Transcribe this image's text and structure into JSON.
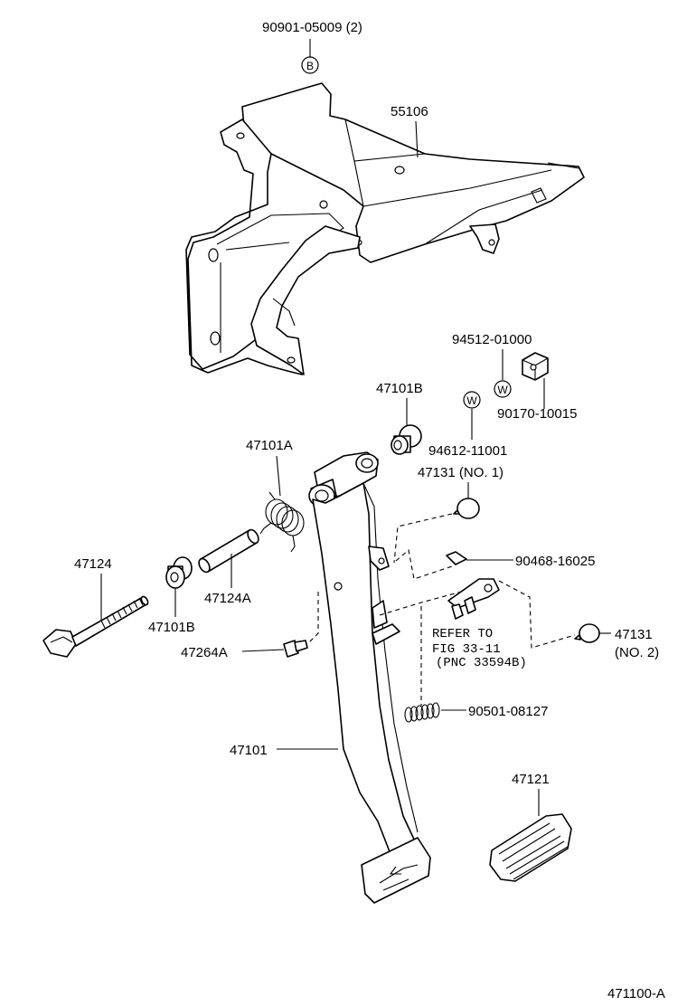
{
  "labels": {
    "bolt_90901": "90901-05009 (2)",
    "bracket_55106": "55106",
    "clip_94512": "94512-01000",
    "nut_90170": "90170-10015",
    "bushing_upper": "47101B",
    "spring_47101A": "47101A",
    "washer_94612": "94612-11001",
    "cushion_47131_no1": "47131 (NO. 1)",
    "bolt_47124": "47124",
    "pin_90468": "90468-16025",
    "collar_47124A": "47124A",
    "bushing_lower": "47101B",
    "refer_line1": "REFER TO",
    "refer_line2": "FIG 33-11",
    "refer_line3": "(PNC 33594B)",
    "cushion_47131_no2_a": "47131",
    "cushion_47131_no2_b": "(NO. 2)",
    "pin_47264A": "47264A",
    "spring_90501": "90501-08127",
    "pedal_47101": "47101",
    "pad_47121": "47121",
    "figure_number": "471100-A"
  },
  "marks": {
    "bolt_mark": "B",
    "clip_mark": "W",
    "washer_mark": "W"
  },
  "colors": {
    "line": "#000000",
    "background": "#ffffff"
  }
}
